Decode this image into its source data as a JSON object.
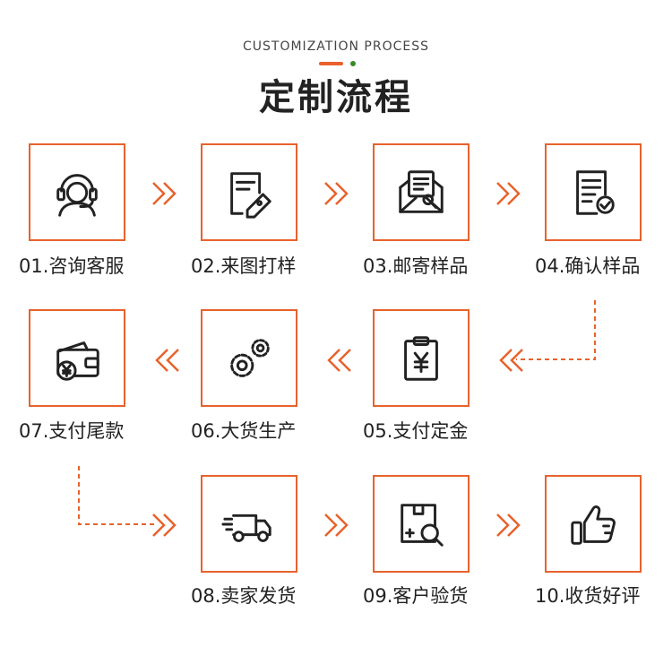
{
  "header": {
    "subtitle": "CUSTOMIZATION PROCESS",
    "title": "定制流程",
    "accent_color": "#e8622c",
    "dot_color": "#3a8a2a"
  },
  "steps": [
    {
      "label": "01.咨询客服",
      "icon": "customer-service-headset-icon"
    },
    {
      "label": "02.来图打样",
      "icon": "drawing-pen-icon"
    },
    {
      "label": "03.邮寄样品",
      "icon": "mail-envelope-icon"
    },
    {
      "label": "04.确认样品",
      "icon": "confirm-document-icon"
    },
    {
      "label": "05.支付定金",
      "icon": "yuan-clipboard-icon"
    },
    {
      "label": "06.大货生产",
      "icon": "gears-icon"
    },
    {
      "label": "07.支付尾款",
      "icon": "wallet-yuan-icon"
    },
    {
      "label": "08.卖家发货",
      "icon": "delivery-truck-icon"
    },
    {
      "label": "09.客户验货",
      "icon": "box-inspect-icon"
    },
    {
      "label": "10.收货好评",
      "icon": "thumbs-up-icon"
    }
  ]
}
